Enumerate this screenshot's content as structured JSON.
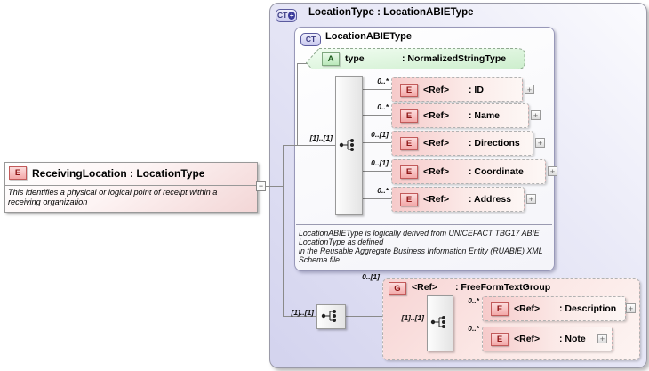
{
  "palette": {
    "element_pink": "#f5baba",
    "attribute_green": "#c9eec9",
    "type_lavender": "#d6d6f0",
    "icon_red": "#8f1616",
    "icon_blue": "#3c3c82"
  },
  "ui": {
    "expand_glyph": "+",
    "collapse_glyph": "−"
  },
  "root_element": {
    "icon_label": "E",
    "title": "ReceivingLocation : LocationType",
    "documentation": "This identifies a physical or logical point of receipt within a receiving organization"
  },
  "outer_type": {
    "icon_label": "CT",
    "icon_plus": "+",
    "title": "LocationType : LocationABIEType"
  },
  "inner_type": {
    "icon_label": "CT",
    "title": "LocationABIEType",
    "attribute": {
      "icon_label": "A",
      "name": "type",
      "type": ": NormalizedStringType"
    },
    "sequence_cardinality": "[1]..[1]",
    "elements": [
      {
        "icon_label": "E",
        "ref": "<Ref>",
        "name": ": ID",
        "cardinality": "0..*"
      },
      {
        "icon_label": "E",
        "ref": "<Ref>",
        "name": ": Name",
        "cardinality": "0..*"
      },
      {
        "icon_label": "E",
        "ref": "<Ref>",
        "name": ": Directions",
        "cardinality": "0..[1]"
      },
      {
        "icon_label": "E",
        "ref": "<Ref>",
        "name": ": Coordinate",
        "cardinality": "0..[1]"
      },
      {
        "icon_label": "E",
        "ref": "<Ref>",
        "name": ": Address",
        "cardinality": "0..*"
      }
    ],
    "annotation_lines": [
      "LocationABIEType is logically derived from UN/CEFACT TBG17 ABIE",
      "LocationType as defined",
      "in the Reusable Aggregate Business Information Entity (RUABIE) XML",
      "Schema file."
    ]
  },
  "group_section": {
    "trunk_sequence_cardinality": "[1]..[1]",
    "group_cardinality": "0..[1]",
    "group": {
      "icon_label": "G",
      "ref": "<Ref>",
      "name": ": FreeFormTextGroup"
    },
    "sequence_cardinality": "[1]..[1]",
    "elements": [
      {
        "icon_label": "E",
        "ref": "<Ref>",
        "name": ": Description",
        "cardinality": "0..*"
      },
      {
        "icon_label": "E",
        "ref": "<Ref>",
        "name": ": Note",
        "cardinality": "0..*"
      }
    ]
  }
}
